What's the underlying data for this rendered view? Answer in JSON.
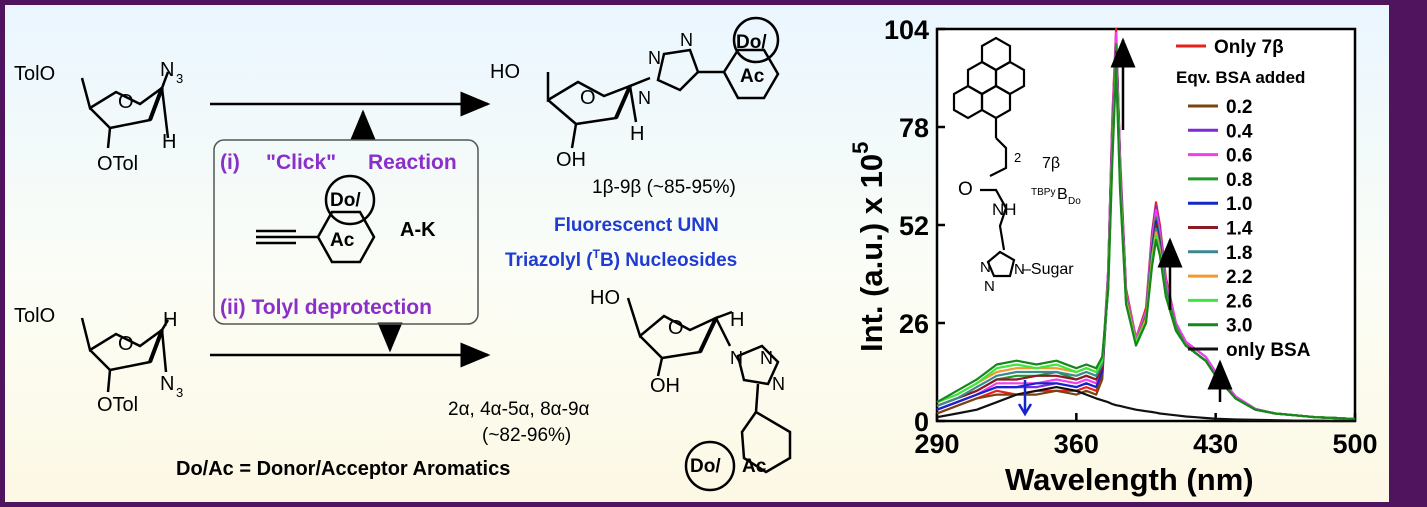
{
  "scheme": {
    "start_top": {
      "tolo": "TolO",
      "n3": "N",
      "n3_sub": "3",
      "h": "H",
      "otol": "OTol"
    },
    "start_bottom": {
      "tolo": "TolO",
      "h": "H",
      "n3": "N",
      "n3_sub": "3",
      "otol": "OTol"
    },
    "reagent_box": {
      "step1_num": "(i)",
      "step1_text": "\"Click\"",
      "step1_word": "Reaction",
      "ring_do": "Do/",
      "ring_ac": "Ac",
      "code": "A-K",
      "step2": "(ii) Tolyl deprotection"
    },
    "product_beta": {
      "ho": "HO",
      "oh": "OH",
      "h": "H",
      "n": "N",
      "ring_do": "Do/",
      "ring_ac": "Ac",
      "label": "1β-9β (~85-95%)"
    },
    "title_line1": "Fluorescenct UNN",
    "title_line2_a": "Triazolyl (",
    "title_line2_sup": "T",
    "title_line2_b": "B) Nucleosides",
    "product_alpha": {
      "ho": "HO",
      "oh": "OH",
      "h": "H",
      "n": "N",
      "ring_do": "Do/",
      "ring_ac": "Ac",
      "label1": "2α, 4α-5α, 8α-9α",
      "label2": "(~82-96%)"
    },
    "footnote": "Do/Ac = Donor/Acceptor Aromatics"
  },
  "inset": {
    "name": "7β",
    "sub_sup": "TBPy",
    "sub_main": "B",
    "sub_sub": "Do",
    "n2": "2",
    "o": "O",
    "nh": "NH",
    "n": "N",
    "sugar": "Sugar"
  },
  "chart_data": {
    "type": "line",
    "title": "",
    "xlabel": "Wavelength (nm)",
    "ylabel_main": "Int. (a.u.) x 10",
    "ylabel_sup": "5",
    "xlim": [
      290,
      500
    ],
    "ylim": [
      0,
      104
    ],
    "xticks": [
      290,
      360,
      430,
      500
    ],
    "yticks": [
      0,
      26,
      52,
      78,
      104
    ],
    "legend_header": "Eqv. BSA added",
    "legend_position": "top-right",
    "grid": false,
    "x": [
      290,
      300,
      310,
      320,
      330,
      340,
      350,
      360,
      365,
      370,
      373,
      376,
      378,
      380,
      382,
      385,
      390,
      395,
      398,
      400,
      402,
      405,
      410,
      415,
      420,
      425,
      430,
      440,
      450,
      460,
      470,
      480,
      490,
      500
    ],
    "series": [
      {
        "name": "Only 7β",
        "color": "#e8211c",
        "values": [
          2,
          4,
          6,
          8,
          7,
          8,
          8,
          8,
          9,
          8,
          12,
          40,
          80,
          104,
          70,
          35,
          22,
          30,
          50,
          58,
          52,
          38,
          26,
          21,
          18,
          16,
          12,
          6,
          3,
          2,
          1.5,
          1,
          0.8,
          0.5
        ]
      },
      {
        "name": "0.2",
        "color": "#7a4410",
        "values": [
          2,
          4,
          6,
          7,
          7,
          7,
          8,
          7,
          8,
          7,
          11,
          38,
          76,
          101,
          67,
          33,
          21,
          28,
          47,
          55,
          49,
          36,
          25,
          20,
          18,
          16,
          12,
          6,
          3,
          2,
          1.5,
          1,
          0.8,
          0.5
        ]
      },
      {
        "name": "0.4",
        "color": "#7d2ad8",
        "values": [
          3,
          5,
          7,
          9,
          9,
          9,
          10,
          9,
          10,
          9,
          13,
          40,
          78,
          103,
          69,
          34,
          22,
          29,
          49,
          57,
          51,
          37,
          26,
          21,
          19,
          17,
          13,
          6.5,
          3.2,
          2,
          1.5,
          1,
          0.8,
          0.5
        ]
      },
      {
        "name": "0.6",
        "color": "#f03ef0",
        "values": [
          3,
          5,
          7,
          10,
          10,
          10,
          11,
          10,
          11,
          10,
          14,
          40,
          78,
          103,
          68,
          34,
          22,
          29,
          48,
          56,
          50,
          37,
          26,
          21,
          19,
          17,
          13,
          6.5,
          3.2,
          2,
          1.5,
          1,
          0.8,
          0.5
        ]
      },
      {
        "name": "0.8",
        "color": "#1e9a28",
        "values": [
          4,
          6,
          8,
          11,
          12,
          12,
          13,
          11,
          12,
          11,
          15,
          38,
          74,
          100,
          66,
          33,
          21,
          28,
          46,
          54,
          48,
          35,
          25,
          20,
          18,
          16,
          12,
          6,
          3,
          2,
          1.5,
          1,
          0.8,
          0.5
        ]
      },
      {
        "name": "1.0",
        "color": "#1426c8",
        "values": [
          3,
          5,
          7,
          9,
          9,
          10,
          10,
          9,
          10,
          9,
          13,
          36,
          72,
          98,
          65,
          32,
          21,
          27,
          45,
          53,
          47,
          34,
          24,
          20,
          18,
          16,
          12,
          6,
          3,
          2,
          1.5,
          1,
          0.8,
          0.5
        ]
      },
      {
        "name": "1.4",
        "color": "#8c1a24",
        "values": [
          4,
          6,
          8,
          11,
          11,
          12,
          12,
          11,
          12,
          11,
          14,
          36,
          72,
          98,
          64,
          32,
          21,
          27,
          44,
          52,
          46,
          34,
          24,
          20,
          18,
          16,
          12,
          6,
          3,
          2,
          1.5,
          1,
          0.8,
          0.5
        ]
      },
      {
        "name": "1.8",
        "color": "#3c8890",
        "values": [
          4,
          6,
          9,
          12,
          13,
          13,
          13,
          12,
          13,
          12,
          15,
          36,
          71,
          97,
          64,
          32,
          21,
          27,
          44,
          51,
          46,
          34,
          24,
          20,
          18,
          16,
          12,
          6,
          3,
          2,
          1.5,
          1,
          0.8,
          0.5
        ]
      },
      {
        "name": "2.2",
        "color": "#f09a30",
        "values": [
          5,
          7,
          10,
          13,
          14,
          14,
          14,
          13,
          14,
          13,
          16,
          36,
          70,
          96,
          63,
          32,
          21,
          27,
          43,
          50,
          45,
          33,
          24,
          20,
          18,
          16,
          12,
          6,
          3,
          2,
          1.5,
          1,
          0.8,
          0.5
        ]
      },
      {
        "name": "2.6",
        "color": "#3ee83a",
        "values": [
          5,
          7,
          10,
          14,
          15,
          14,
          15,
          13,
          14,
          13,
          16,
          35,
          69,
          95,
          62,
          31,
          21,
          26,
          42,
          49,
          44,
          33,
          24,
          20,
          18,
          16,
          12,
          6,
          3,
          2,
          1.5,
          1,
          0.8,
          0.5
        ]
      },
      {
        "name": "3.0",
        "color": "#15871c",
        "values": [
          5,
          8,
          11,
          15,
          16,
          15,
          16,
          14,
          15,
          14,
          17,
          35,
          68,
          94,
          61,
          31,
          20,
          26,
          41,
          48,
          44,
          33,
          24,
          20,
          18,
          16,
          12,
          6,
          3,
          2,
          1.5,
          1,
          0.8,
          0.5
        ]
      },
      {
        "name": "only BSA",
        "color": "#111111",
        "values": [
          1,
          2,
          3,
          5,
          7,
          8,
          9,
          8,
          7,
          6,
          5.5,
          5,
          4.5,
          4.2,
          4,
          3.6,
          3,
          2.6,
          2.4,
          2.2,
          2,
          1.8,
          1.5,
          1.2,
          1,
          0.8,
          0.6,
          0.4,
          0.3,
          0.2,
          0.1,
          0.1,
          0,
          0
        ]
      }
    ]
  }
}
